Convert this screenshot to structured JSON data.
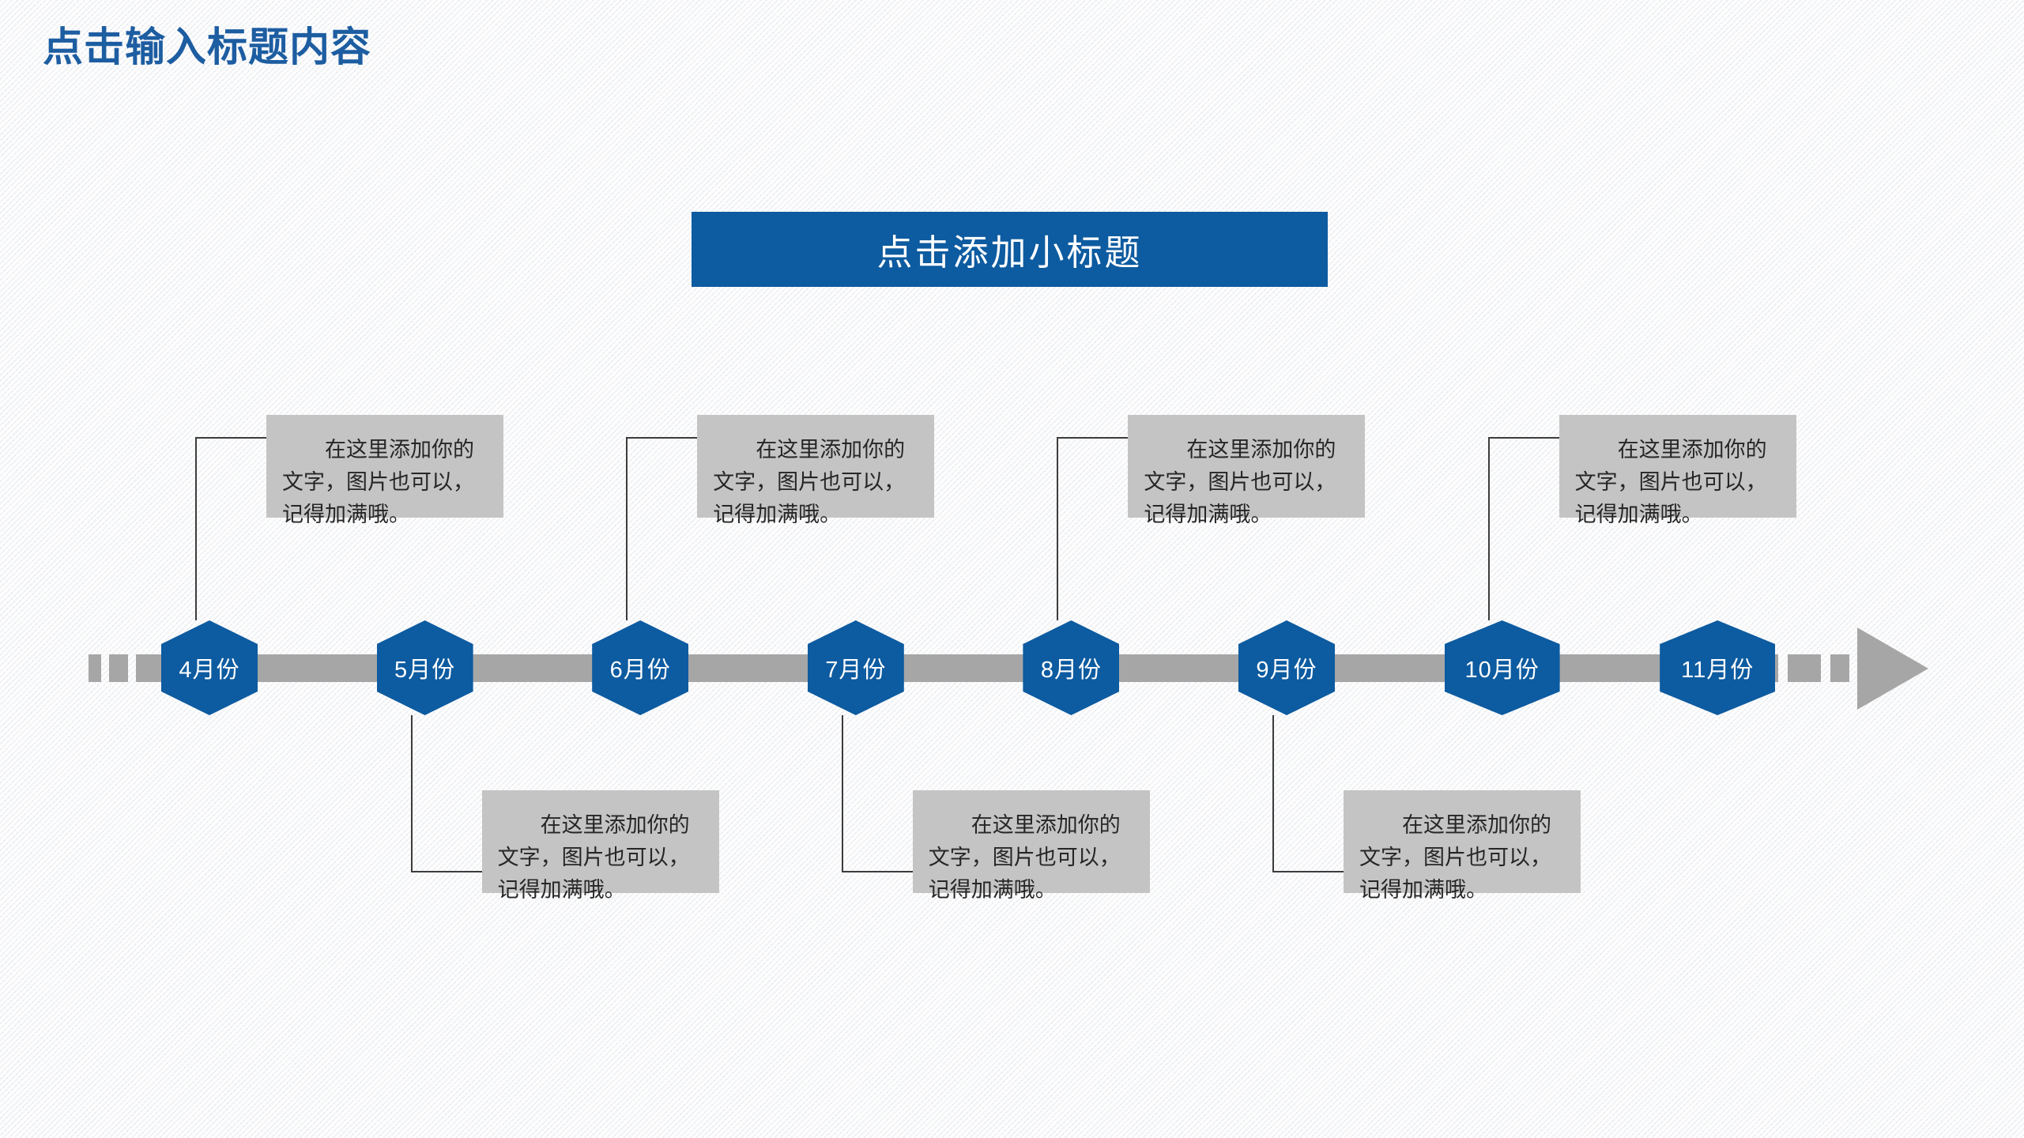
{
  "slide": {
    "title": "点击输入标题内容",
    "banner_label": "点击添加小标题",
    "colors": {
      "accent_blue": "#0d5ba0",
      "title_blue": "#1d5da1",
      "bar_gray": "#a6a6a6",
      "note_gray": "#c4c4c4",
      "background": "#f3f4f6",
      "connector": "#3c3c3c"
    }
  },
  "timeline": {
    "note_body": "在这里添加你的文字，图片也可以，记得加满哦。",
    "milestones": [
      {
        "label": "4月份",
        "position": "above",
        "note": "在这里添加你的文字，图片也可以，记得加满哦。"
      },
      {
        "label": "5月份",
        "position": "below",
        "note": "在这里添加你的文字，图片也可以，记得加满哦。"
      },
      {
        "label": "6月份",
        "position": "above",
        "note": "在这里添加你的文字，图片也可以，记得加满哦。"
      },
      {
        "label": "7月份",
        "position": "below",
        "note": "在这里添加你的文字，图片也可以，记得加满哦。"
      },
      {
        "label": "8月份",
        "position": "above",
        "note": "在这里添加你的文字，图片也可以，记得加满哦。"
      },
      {
        "label": "9月份",
        "position": "below",
        "note": "在这里添加你的文字，图片也可以，记得加满哦。"
      },
      {
        "label": "10月份",
        "position": "above",
        "note": "在这里添加你的文字，图片也可以，记得加满哦。"
      },
      {
        "label": "11月份",
        "position": "none",
        "note": ""
      }
    ]
  }
}
